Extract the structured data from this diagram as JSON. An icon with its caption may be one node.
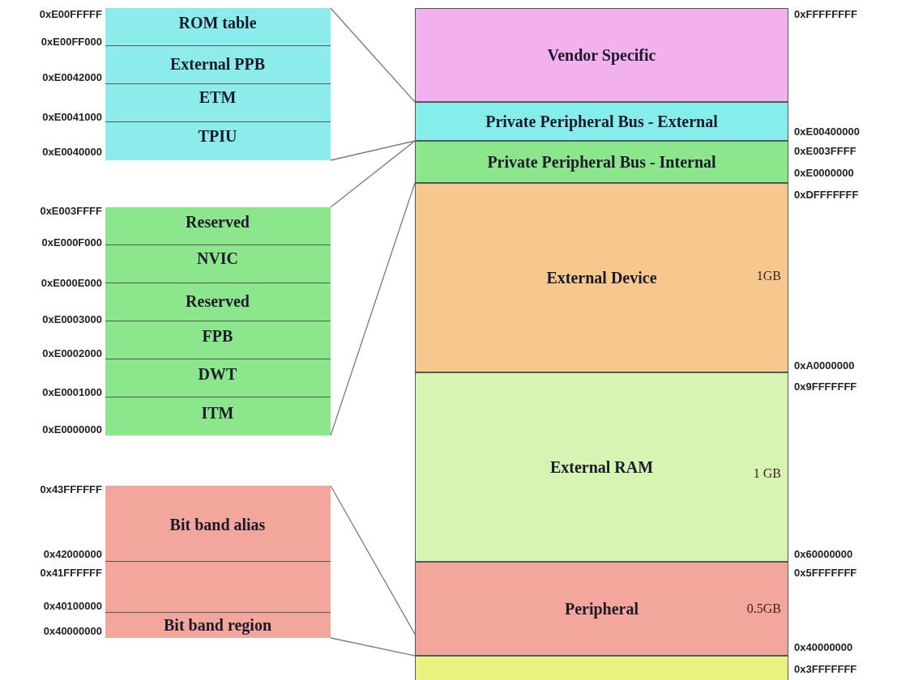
{
  "diagram": {
    "nodes": [
      {
        "text": [
          "Vendor Specific"
        ]
      },
      {
        "text": [
          "Private Peripheral Bus - External"
        ]
      },
      {
        "text": [
          "Private Peripheral Bus - Internal"
        ]
      },
      {
        "text": [
          "External Device",
          "1GB"
        ]
      },
      {
        "text": [
          "External RAM",
          "1 GB"
        ]
      },
      {
        "text": [
          "Peripheral",
          "0.5GB"
        ]
      },
      {
        "text": [],
        "shape": "box"
      },
      {
        "text": [],
        "shape": "box"
      },
      {
        "text": [
          "ROM table"
        ],
        "in": 7
      },
      {
        "text": [
          "External PPB"
        ],
        "in": 7
      },
      {
        "text": [
          "ETM"
        ],
        "in": 7
      },
      {
        "text": [
          "TPIU"
        ],
        "in": 7
      },
      {
        "text": [],
        "shape": "box"
      },
      {
        "text": [
          "Reserved"
        ],
        "in": 12
      },
      {
        "text": [
          "NVIC"
        ],
        "in": 12
      },
      {
        "text": [
          "Reserved"
        ],
        "in": 12
      },
      {
        "text": [
          "FPB"
        ],
        "in": 12
      },
      {
        "text": [
          "DWT"
        ],
        "in": 12
      },
      {
        "text": [
          "ITM"
        ],
        "in": 12
      },
      {
        "text": [],
        "shape": "box"
      },
      {
        "text": [
          "Bit band alias"
        ],
        "in": 19
      },
      {
        "text": [],
        "shape": "box",
        "in": 19
      },
      {
        "text": [
          "Bit band region"
        ],
        "in": 19
      }
    ],
    "edges": [
      {
        "from": 7,
        "to": 1,
        "arrow": "none"
      },
      {
        "from": 7,
        "to": 1,
        "arrow": "none"
      },
      {
        "from": 12,
        "to": 2,
        "arrow": "none"
      },
      {
        "from": 12,
        "to": 2,
        "arrow": "none"
      },
      {
        "from": 19,
        "to": 5,
        "arrow": "none"
      },
      {
        "from": 19,
        "to": 5,
        "arrow": "none"
      }
    ],
    "labels": [
      "0xE00FFFFF",
      "0xE00FF000",
      "0xE0042000",
      "0xE0041000",
      "0xE0040000",
      "0xE003FFFF",
      "0xE000F000",
      "0xE000E000",
      "0xE0003000",
      "0xE0002000",
      "0xE0001000",
      "0xE0000000",
      "0x43FFFFFF",
      "0x42000000",
      "0x41FFFFFF",
      "0x40100000",
      "0x40000000",
      "0xFFFFFFFF",
      "0xE00400000",
      "0xE003FFFF",
      "0xE0000000",
      "0xDFFFFFFF",
      "0xA0000000",
      "0x9FFFFFFF",
      "0x60000000",
      "0x5FFFFFFF",
      "0x40000000",
      "0x3FFFFFFF"
    ]
  }
}
